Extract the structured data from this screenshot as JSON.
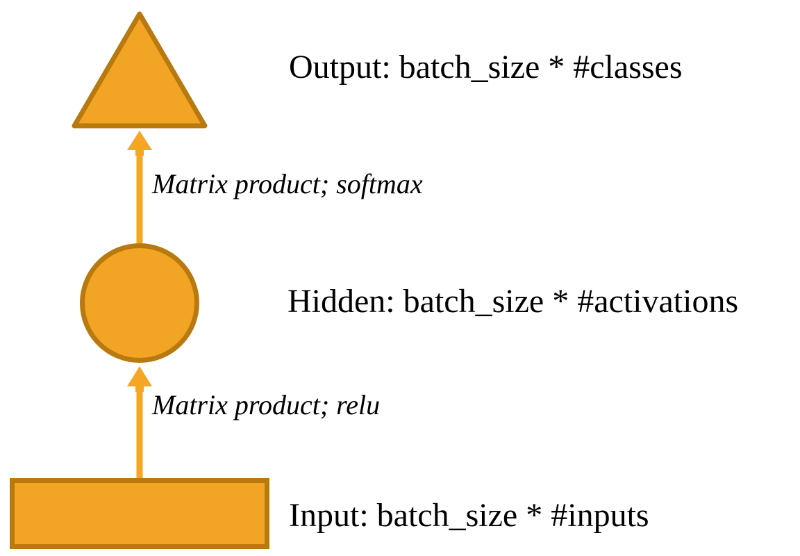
{
  "diagram": {
    "title": "Neural network layer diagram",
    "colors": {
      "shape_fill": "#F2A424",
      "shape_stroke": "#B8790F",
      "arrow": "#F5A623",
      "text": "#000000",
      "background": "#FFFFFF"
    },
    "nodes": [
      {
        "id": "output",
        "shape": "triangle",
        "label": "Output: batch_size * #classes",
        "icon": "triangle-shape"
      },
      {
        "id": "hidden",
        "shape": "circle",
        "label": "Hidden: batch_size * #activations",
        "icon": "circle-shape"
      },
      {
        "id": "input",
        "shape": "rectangle",
        "label": "Input: batch_size * #inputs",
        "icon": "rectangle-shape"
      }
    ],
    "edges": [
      {
        "id": "hidden-to-output",
        "from": "hidden",
        "to": "output",
        "label": "Matrix product; softmax",
        "direction": "up",
        "icon": "up-arrow-icon"
      },
      {
        "id": "input-to-hidden",
        "from": "input",
        "to": "hidden",
        "label": "Matrix product; relu",
        "direction": "up",
        "icon": "up-arrow-icon"
      }
    ]
  }
}
